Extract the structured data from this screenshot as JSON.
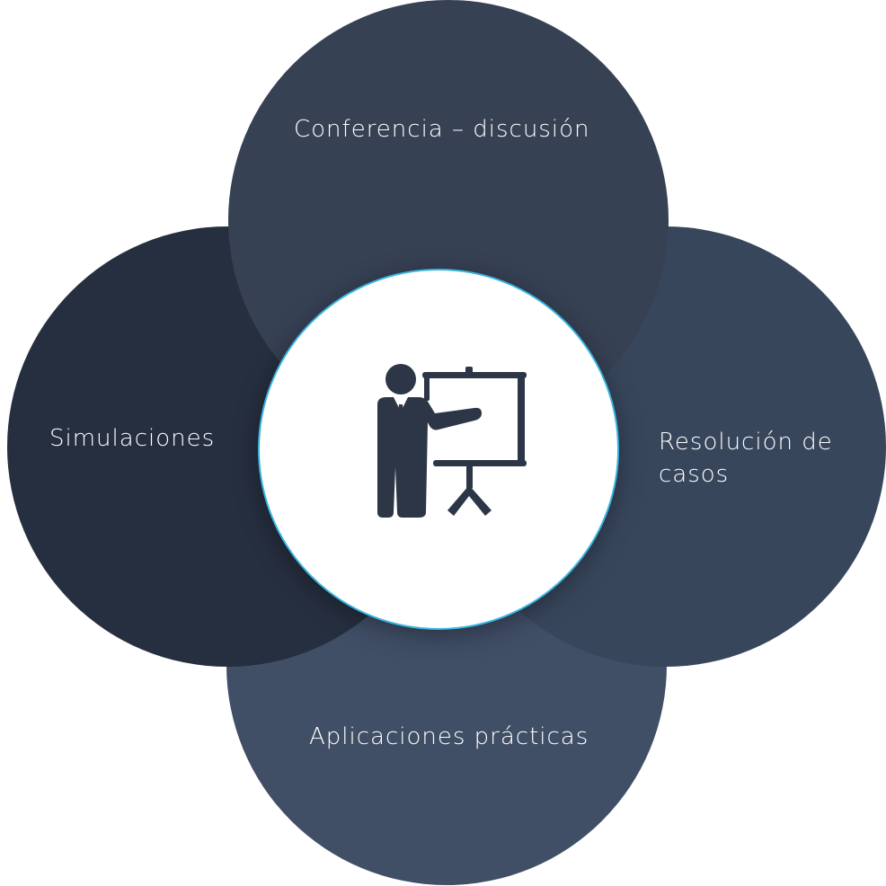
{
  "colors": {
    "top": "#364154",
    "left": "#262f40",
    "right": "#38465c",
    "bottom": "#404e66",
    "center_border": "#3ab5e0",
    "icon": "#2c3646"
  },
  "petals": {
    "top": {
      "label": "Conferencia – discusión"
    },
    "left": {
      "label": "Simulaciones"
    },
    "right": {
      "label": "Resolución de casos"
    },
    "bottom": {
      "label": "Aplicaciones prácticas"
    }
  },
  "center": {
    "icon": "presenter-icon"
  }
}
